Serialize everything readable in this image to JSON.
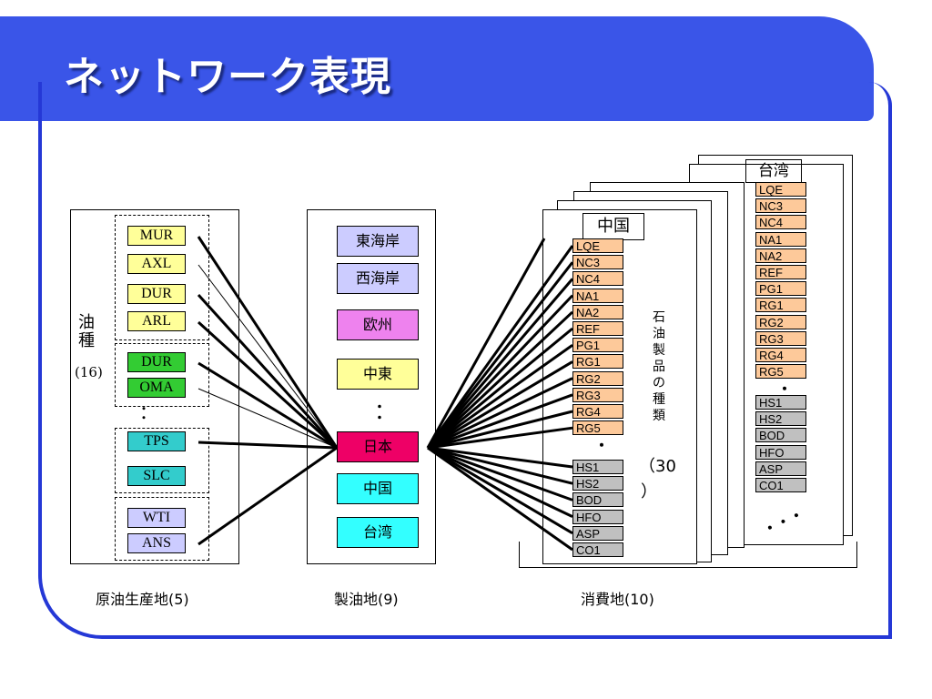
{
  "title": "ネットワーク表現",
  "origin": {
    "vertical_label": "油\n種",
    "count_label": "(16)",
    "crudes": [
      {
        "label": "MUR",
        "color": "#ffff99"
      },
      {
        "label": "AXL",
        "color": "#ffff99"
      },
      {
        "label": "DUR",
        "color": "#ffff99"
      },
      {
        "label": "ARL",
        "color": "#ffff99"
      },
      {
        "label": "DUR",
        "color": "#33cc33"
      },
      {
        "label": "OMA",
        "color": "#33cc33"
      },
      {
        "label": "TPS",
        "color": "#33cccc"
      },
      {
        "label": "SLC",
        "color": "#33cccc"
      },
      {
        "label": "WTI",
        "color": "#ccccff"
      },
      {
        "label": "ANS",
        "color": "#ccccff"
      }
    ],
    "ellipsis": "・\n・",
    "footer": "原油生産地(5)"
  },
  "refinery": {
    "sites": [
      {
        "label": "東海岸",
        "color": "#ccccff"
      },
      {
        "label": "西海岸",
        "color": "#ccccff"
      },
      {
        "label": "欧州",
        "color": "#ee82ee"
      },
      {
        "label": "中東",
        "color": "#ffff99"
      },
      {
        "label": "日本",
        "color": "#ee0066"
      },
      {
        "label": "中国",
        "color": "#33ffff"
      },
      {
        "label": "台湾",
        "color": "#33ffff"
      }
    ],
    "ellipsis": "・\n・",
    "footer": "製油地(9)"
  },
  "consumption": {
    "front_region": "中国",
    "back_region": "台湾",
    "region_color": "#99ffff",
    "products_orange": [
      "LQE",
      "NC3",
      "NC4",
      "NA1",
      "NA2",
      "REF",
      "PG1",
      "RG1",
      "RG2",
      "RG3",
      "RG4",
      "RG5"
    ],
    "products_grey": [
      "HS1",
      "HS2",
      "BOD",
      "HFO",
      "ASP",
      "CO1"
    ],
    "product_dot": "・",
    "side_label": "石油製品の種類",
    "count_label_1": "（30",
    "count_label_2": "）",
    "more": "・・・",
    "footer": "消費地(10)"
  }
}
